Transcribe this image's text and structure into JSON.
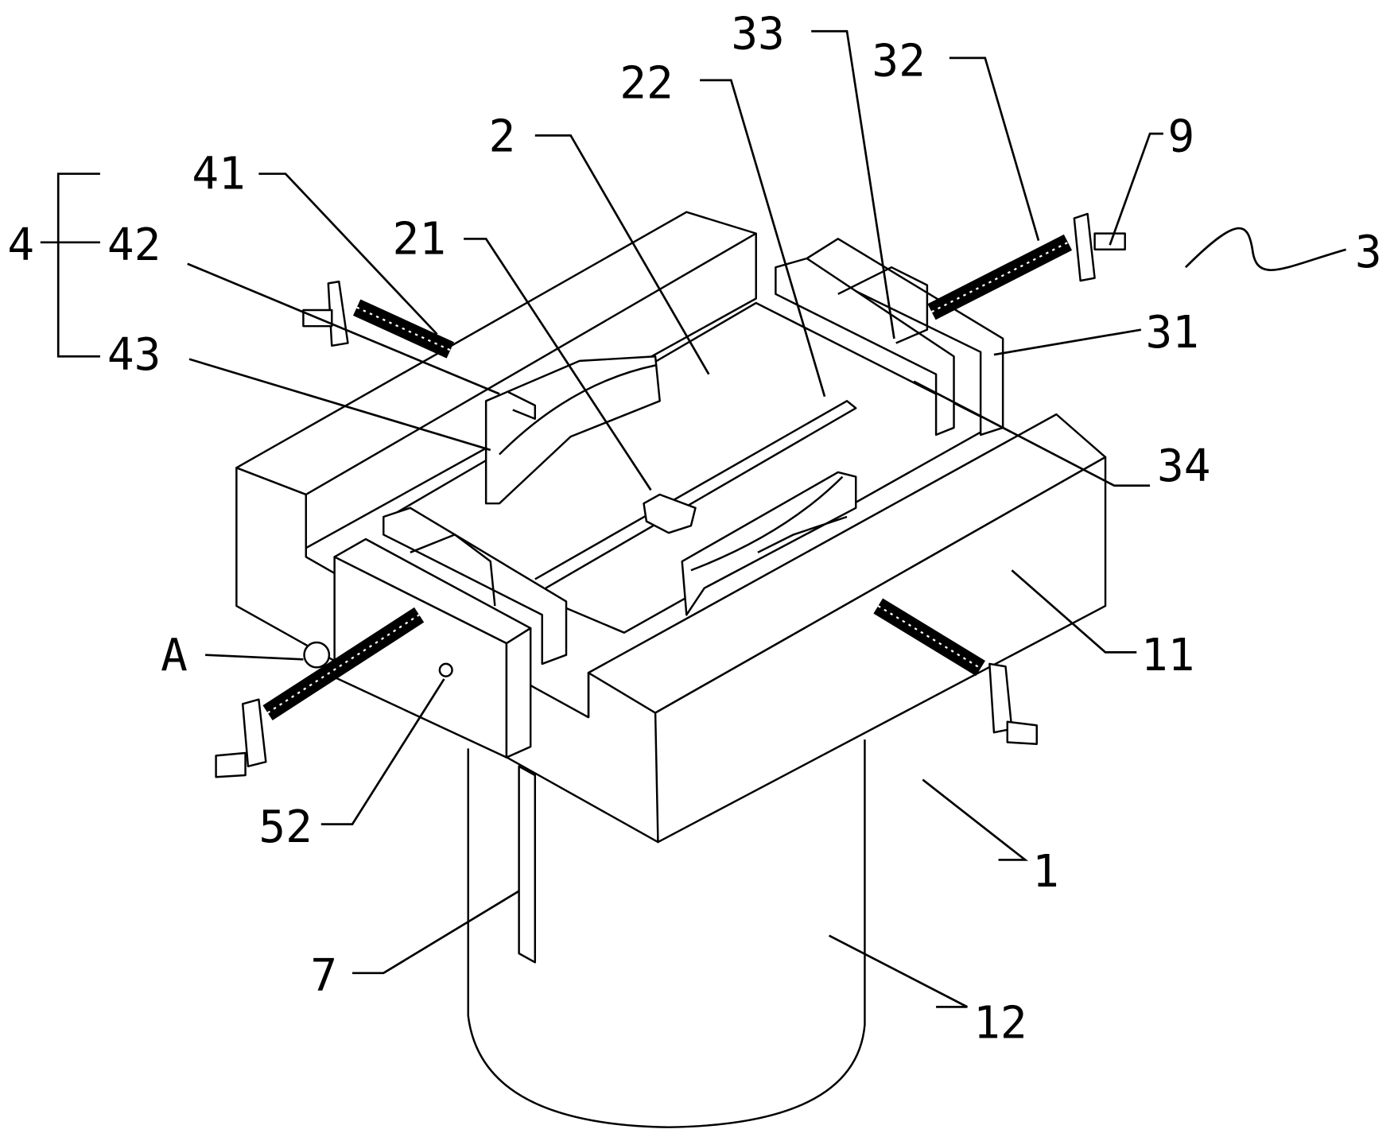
{
  "labels": {
    "l4": "4",
    "l41": "41",
    "l42": "42",
    "l43": "43",
    "l2": "2",
    "l21": "21",
    "l22": "22",
    "l33": "33",
    "l32": "32",
    "l9": "9",
    "l3": "3",
    "l31": "31",
    "l34": "34",
    "l11": "11",
    "lA": "A",
    "l52": "52",
    "l1": "1",
    "l7": "7",
    "l12": "12"
  }
}
